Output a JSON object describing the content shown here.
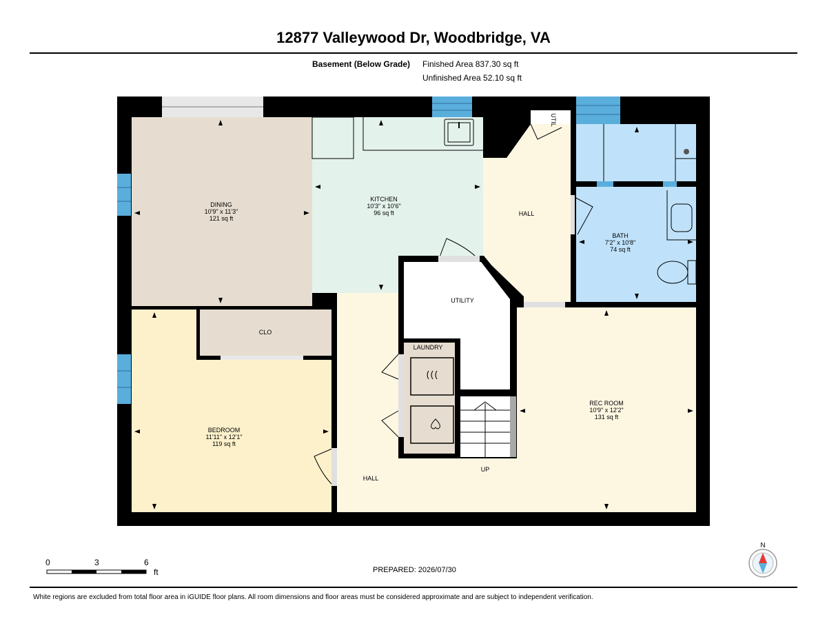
{
  "header": {
    "title": "12877 Valleywood Dr, Woodbridge, VA",
    "level": "Basement (Below Grade)",
    "finished_area": "Finished Area 837.30 sq ft",
    "unfinished_area": "Unfinished Area 52.10 sq ft"
  },
  "rooms": {
    "dining": {
      "name": "DINING",
      "dims": "10'9\" x 11'3\"",
      "area": "121 sq ft"
    },
    "kitchen": {
      "name": "KITCHEN",
      "dims": "10'3\" x 10'6\"",
      "area": "96 sq ft"
    },
    "hall_upper": {
      "name": "HALL"
    },
    "bath": {
      "name": "BATH",
      "dims": "7'2\" x 10'8\"",
      "area": "74 sq ft"
    },
    "utility": {
      "name": "UTILITY"
    },
    "utility_closet": {
      "name": "UTIL"
    },
    "closet": {
      "name": "CLO"
    },
    "laundry": {
      "name": "LAUNDRY"
    },
    "bedroom": {
      "name": "BEDROOM",
      "dims": "11'11\" x 12'1\"",
      "area": "119 sq ft"
    },
    "rec_room": {
      "name": "REC ROOM",
      "dims": "10'9\" x 12'2\"",
      "area": "131 sq ft"
    },
    "hall_lower": {
      "name": "HALL"
    },
    "stairs": {
      "name": "UP"
    }
  },
  "scale": {
    "tick0": "0",
    "tick1": "3",
    "tick2": "6",
    "unit": "ft"
  },
  "compass": {
    "label": "N"
  },
  "footer": {
    "prepared": "PREPARED: 2026/07/30",
    "disclaimer": "White regions are excluded from total floor area in iGUIDE floor plans. All room dimensions and floor areas must be considered approximate and are subject to independent verification."
  },
  "colors": {
    "dining": "#e6ddd0",
    "kitchen": "#e4f2ec",
    "hall": "#fdf7e2",
    "bath": "#bfe2fa",
    "bedroom": "#fdf1cb",
    "closet": "#e6ddd0",
    "laundry": "#e6ddd0",
    "rec_room": "#fdf7e2",
    "window": "#5aaedc",
    "wall": "#000000"
  }
}
